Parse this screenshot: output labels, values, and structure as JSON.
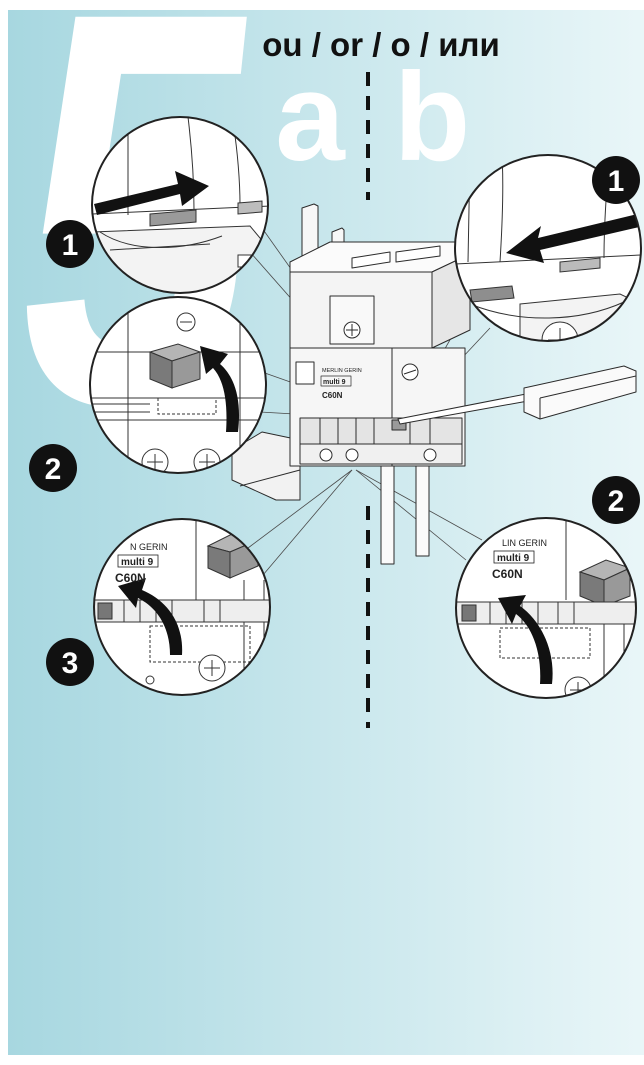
{
  "step_number": "5",
  "or_label": "ou / or / o / или",
  "variant_a": "a",
  "variant_b": "b",
  "steps_left": [
    "1",
    "2",
    "3"
  ],
  "steps_right": [
    "1",
    "2"
  ],
  "breaker_label": {
    "brand": "MERLIN GERIN",
    "range": "multi 9",
    "model": "C60N"
  },
  "detail_left_label": {
    "brand": "N GERIN",
    "range": "multi 9",
    "model": "C60N"
  },
  "detail_right_label": {
    "brand": "LIN GERIN",
    "range": "multi 9",
    "model": "C60N"
  },
  "colors": {
    "background_left": "#a7d7e0",
    "background_right": "#e9f6f8",
    "badge": "#111111",
    "badge_text": "#ffffff"
  }
}
